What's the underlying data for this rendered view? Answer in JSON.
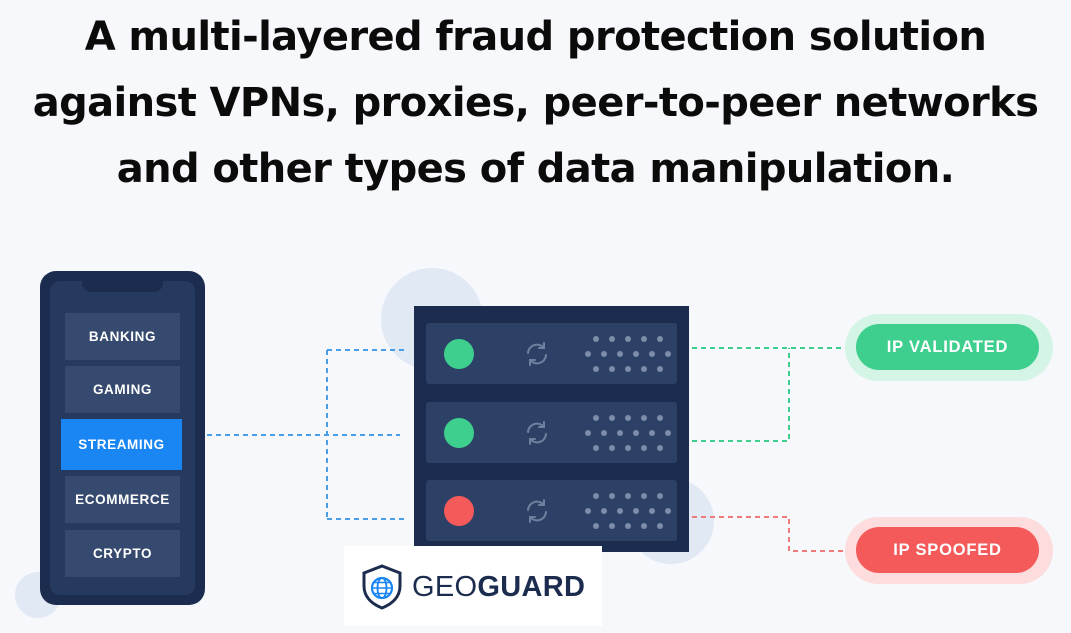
{
  "headline": {
    "line1": "A multi-layered fraud protection solution",
    "line2": "against VPNs, proxies, peer-to-peer networks",
    "line3": "and other types of data manipulation."
  },
  "phone_menu": [
    {
      "label": "BANKING",
      "active": false
    },
    {
      "label": "GAMING",
      "active": false
    },
    {
      "label": "STREAMING",
      "active": true
    },
    {
      "label": "ECOMMERCE",
      "active": false
    },
    {
      "label": "CRYPTO",
      "active": false
    }
  ],
  "server_racks": [
    {
      "status": "valid",
      "led_color": "#3ecf8e"
    },
    {
      "status": "valid",
      "led_color": "#3ecf8e"
    },
    {
      "status": "spoofed",
      "led_color": "#f55a5a"
    }
  ],
  "results": {
    "validated": {
      "label": "IP VALIDATED",
      "color": "#3ecf8e",
      "halo": "#d4f5e6"
    },
    "spoofed": {
      "label": "IP SPOOFED",
      "color": "#f55a5a",
      "halo": "#fcdcdc"
    }
  },
  "logo": {
    "prefix": "GEO",
    "suffix": "GUARD"
  },
  "colors": {
    "navy": "#1c2c4e",
    "rack": "#2d4166",
    "accent_blue": "#1a86f3",
    "line_blue": "#4a9ee8",
    "line_green": "#3ecf8e",
    "line_red": "#f07b7b"
  },
  "icons": {
    "sync": "sync-icon",
    "grille": "vent-grille-icon",
    "shield": "shield-globe-icon"
  }
}
